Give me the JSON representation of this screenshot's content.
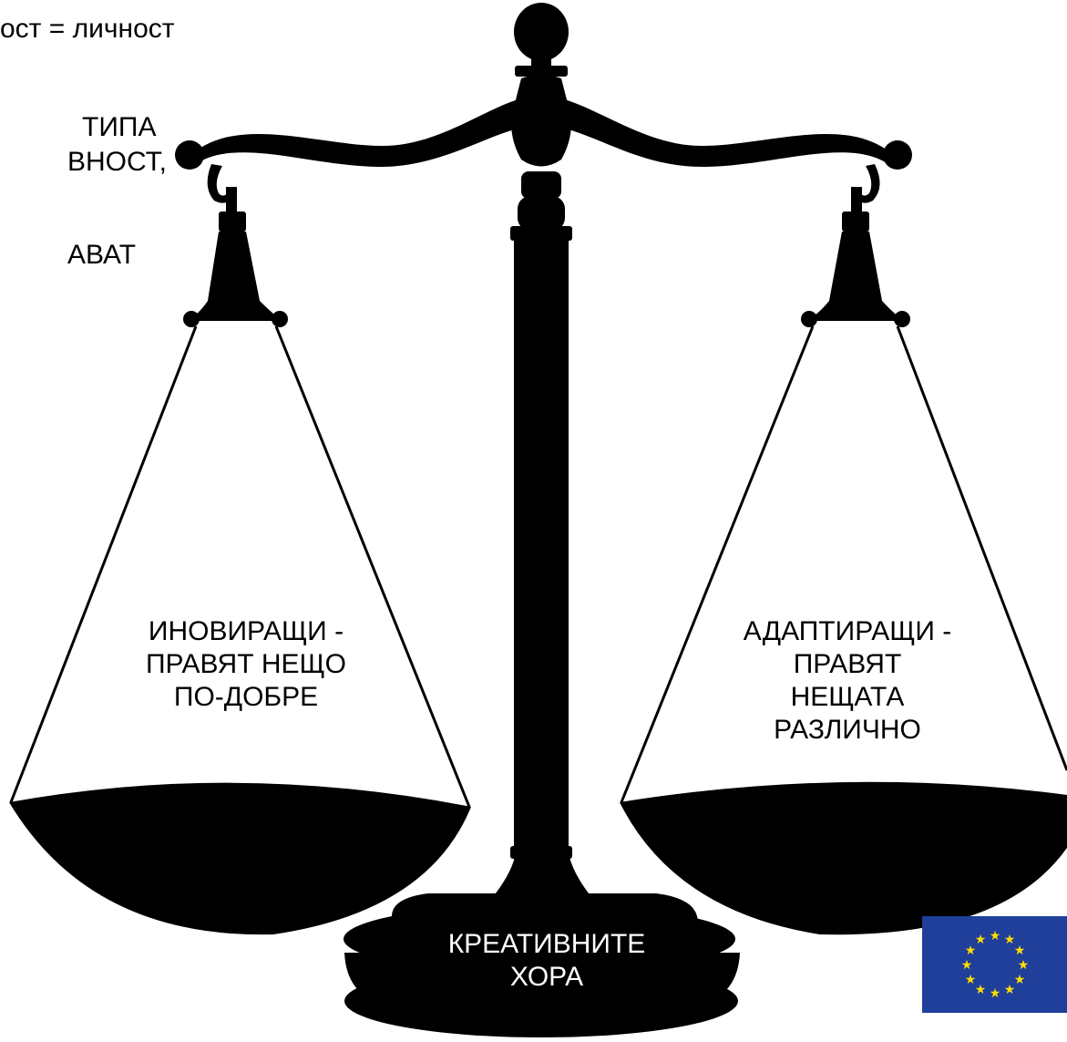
{
  "intro_text": {
    "line1": "ост = личност",
    "line2": "ТИПА",
    "line3": "ВНОСТ,",
    "line4": "АВАТ"
  },
  "scale": {
    "left_pan_label": [
      "ИНОВИРАЩИ -",
      "ПРАВЯТ НЕЩО",
      "ПО-ДОБРЕ"
    ],
    "right_pan_label": [
      "АДАПТИРАЩИ -",
      "ПРАВЯТ",
      "НЕЩАТА",
      "РАЗЛИЧНО"
    ],
    "base_label": [
      "КРЕАТИВНИТЕ",
      "ХОРА"
    ]
  },
  "colors": {
    "silhouette": "#000000",
    "eu_blue": "#1f3f9a",
    "eu_star": "#ffdd00"
  },
  "icons": [
    "scale-of-justice-icon",
    "eu-flag-icon"
  ]
}
